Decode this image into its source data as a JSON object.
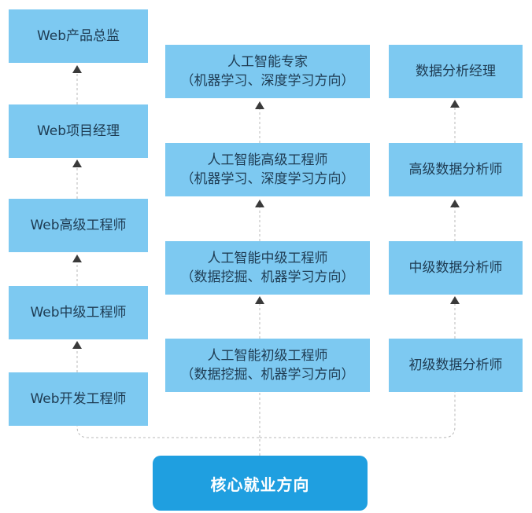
{
  "core": {
    "label": "核心就业方向"
  },
  "tracks": {
    "web": [
      "Web开发工程师",
      "Web中级工程师",
      "Web高级工程师",
      "Web项目经理",
      "Web产品总监"
    ],
    "ai": [
      {
        "title": "人工智能初级工程师",
        "subtitle": "（数据挖掘、机器学习方向）"
      },
      {
        "title": "人工智能中级工程师",
        "subtitle": "（数据挖掘、机器学习方向）"
      },
      {
        "title": "人工智能高级工程师",
        "subtitle": "（机器学习、深度学习方向）"
      },
      {
        "title": "人工智能专家",
        "subtitle": "（机器学习、深度学习方向）"
      }
    ],
    "data": [
      "初级数据分析师",
      "中级数据分析师",
      "高级数据分析师",
      "数据分析经理"
    ]
  },
  "colors": {
    "box": "#7dc9f1",
    "core": "#1f9fe0",
    "connector": "#b8b8b8",
    "arrow": "#3a3a3a"
  }
}
